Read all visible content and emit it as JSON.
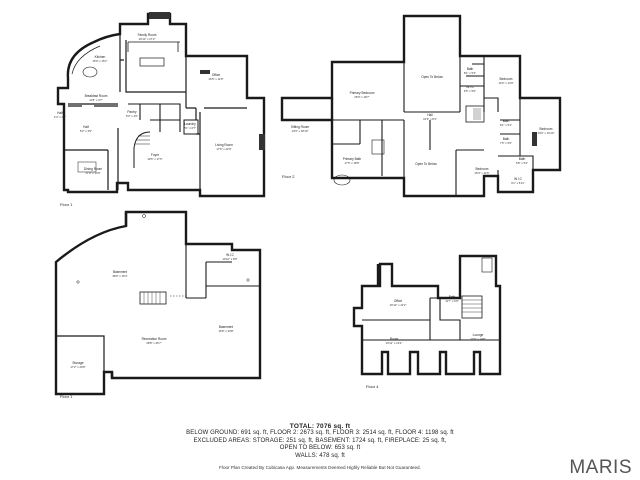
{
  "floors": {
    "floor1": {
      "label": "Floor 1",
      "rooms": [
        {
          "name": "Family Room",
          "dims": "16'10\" x 27'2\""
        },
        {
          "name": "Kitchen",
          "dims": "15'0\" x 15'1\""
        },
        {
          "name": "Office",
          "dims": "16'5\" x 11'8\""
        },
        {
          "name": "Breakfast Room",
          "dims": "11'8\" x 9'7\""
        },
        {
          "name": "Pantry",
          "dims": "5'3\" x 4'0\""
        },
        {
          "name": "Half",
          "dims": "5'2\" x 4'5\""
        },
        {
          "name": "Laundry",
          "dims": "8'1\" x 6'7\""
        },
        {
          "name": "Half",
          "dims": "4'4\" x 4'1\""
        },
        {
          "name": "Dining Room",
          "dims": "17'0\" x 14'9\""
        },
        {
          "name": "Foyer",
          "dims": "19'5\" x 17'5\""
        },
        {
          "name": "Living Room",
          "dims": "17'6\" x 22'0\""
        }
      ]
    },
    "floor2": {
      "label": "Floor 2",
      "rooms": [
        {
          "name": "Primary Bedroom",
          "dims": "25'9\" x 18'7\""
        },
        {
          "name": "Sitting Room",
          "dims": "13'9\" x 18'10\""
        },
        {
          "name": "Primary Bath",
          "dims": "17'5\" x 18'5\""
        },
        {
          "name": "Open To Below",
          "dims": ""
        },
        {
          "name": "Open To Below",
          "dims": ""
        },
        {
          "name": "Hall",
          "dims": "16'9\" x 8'4\""
        },
        {
          "name": "Bedroom",
          "dims": "15'3\" x 11'6\""
        },
        {
          "name": "Bedroom",
          "dims": "14'6\" x 14'9\""
        },
        {
          "name": "Bedroom",
          "dims": "19'6\" x 16'10\""
        },
        {
          "name": "Bath",
          "dims": "8'1\" x 5'3\""
        },
        {
          "name": "Bath",
          "dims": "6'1\" x 5'1\""
        },
        {
          "name": "Bath",
          "dims": "5'8\" x 5'4\""
        },
        {
          "name": "W.I.C",
          "dims": "6'5\" x 5'6\""
        },
        {
          "name": "W.I.C",
          "dims": "6'1\" x 5'11\""
        },
        {
          "name": "Bath",
          "dims": "7'5\" x 5'6\""
        }
      ]
    },
    "lower": {
      "label": "Floor 1",
      "rooms": [
        {
          "name": "Basement",
          "dims": "38'0\" x 16'4\""
        },
        {
          "name": "W.I.C",
          "dims": "10'10\" x 8'5\""
        },
        {
          "name": "Recreation Room",
          "dims": "28'8\" x 26'7\""
        },
        {
          "name": "Basement",
          "dims": "15'8\" x 33'8\""
        },
        {
          "name": "Storage",
          "dims": "17'2\" x 20'8\""
        }
      ]
    },
    "floor4": {
      "label": "Floor 4",
      "rooms": [
        {
          "name": "Office",
          "dims": "16'10\" x 12'2\""
        },
        {
          "name": "Bath",
          "dims": "11'7\" x 6'6\""
        },
        {
          "name": "Room",
          "dims": "16'11\" x 14'2\""
        },
        {
          "name": "Lounge",
          "dims": "23'6\" x 14'8\""
        }
      ]
    }
  },
  "totals": {
    "title": "TOTAL: 7076 sq. ft",
    "line1": "BELOW GROUND: 691 sq. ft, FLOOR 2: 2673 sq. ft, FLOOR 3: 2514 sq. ft, FLOOR 4: 1198 sq. ft",
    "line2": "EXCLUDED AREAS: STORAGE: 251 sq. ft, BASEMENT: 1724 sq. ft, FIREPLACE: 25 sq. ft,",
    "line3": "OPEN TO BELOW: 653 sq. ft",
    "line4": "WALLS: 478 sq. ft"
  },
  "footer": {
    "note": "Floor Plan Created By Cubicasa App. Measurements Deemed Highly Reliable But Not Guaranteed.",
    "brand": "MARIS"
  }
}
